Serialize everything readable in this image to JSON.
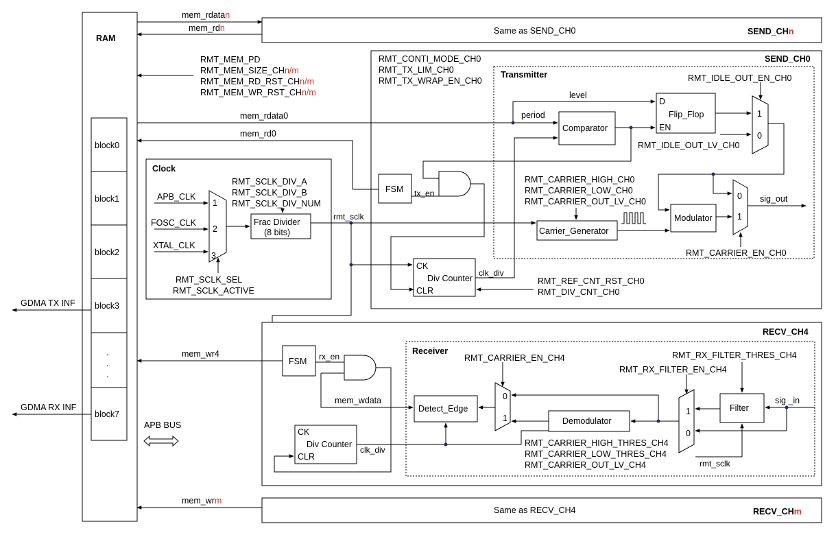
{
  "ram": {
    "title": "RAM",
    "blocks": [
      "block0",
      "block1",
      "block2",
      "block3",
      "block7"
    ]
  },
  "ram_dots": ".",
  "send_chn": {
    "title_base": "SEND_CH",
    "title_suffix": "n",
    "desc": "Same as SEND_CH0",
    "rdata_base": "mem_rdata",
    "rdata_suffix": "n",
    "rd_base": "mem_rd",
    "rd_suffix": "n"
  },
  "recv_chm": {
    "title_base": "RECV_CH",
    "title_suffix": "m",
    "desc": "Same as RECV_CH4",
    "wr_base": "mem_wr",
    "wr_suffix": "m"
  },
  "mem_regs": [
    {
      "base": "RMT_MEM_PD",
      "suffix": ""
    },
    {
      "base": "RMT_MEM_SIZE_CH",
      "suffix": "n/m"
    },
    {
      "base": "RMT_MEM_RD_RST_CH",
      "suffix": "n/m"
    },
    {
      "base": "RMT_MEM_WR_RST_CH",
      "suffix": "n/m"
    }
  ],
  "send_ch0": {
    "title": "SEND_CH0",
    "regs": [
      "RMT_CONTI_MODE_CH0",
      "RMT_TX_LIM_CH0",
      "RMT_TX_WRAP_EN_CH0"
    ],
    "transmitter": "Transmitter",
    "mem_rdata": "mem_rdata0",
    "mem_rd": "mem_rd0",
    "fsm": "FSM",
    "tx_en": "tx_en",
    "level": "level",
    "period": "period",
    "comparator": "Comparator",
    "flipflop": {
      "d": "D",
      "label": "Flip_Flop",
      "en": "EN"
    },
    "idle_out_en": "RMT_IDLE_OUT_EN_CH0",
    "idle_out_lv": "RMT_IDLE_OUT_LV_CH0",
    "mux1": [
      "1",
      "0"
    ],
    "carrier_regs": [
      "RMT_CARRIER_HIGH_CH0",
      "RMT_CARRIER_LOW_CH0",
      "RMT_CARRIER_OUT_LV_CH0"
    ],
    "carrier_gen": "Carrier_Generator",
    "modulator": "Modulator",
    "mux2": [
      "0",
      "1"
    ],
    "sig_out": "sig_out",
    "carrier_en": "RMT_CARRIER_EN_CH0",
    "div": {
      "ck": "CK",
      "label": "Div Counter",
      "clr": "CLR"
    },
    "clk_div": "clk_div",
    "div_regs": [
      "RMT_REF_CNT_RST_CH0",
      "RMT_DIV_CNT_CH0"
    ]
  },
  "clock": {
    "title": "Clock",
    "inputs": [
      "APB_CLK",
      "FOSC_CLK",
      "XTAL_CLK"
    ],
    "mux": [
      "1",
      "2",
      "3"
    ],
    "div_regs": [
      "RMT_SCLK_DIV_A",
      "RMT_SCLK_DIV_B",
      "RMT_SCLK_DIV_NUM"
    ],
    "frac": [
      "Frac Divider",
      "(8 bits)"
    ],
    "sel_regs": [
      "RMT_SCLK_SEL",
      "RMT_SCLK_ACTIVE"
    ],
    "rmt_sclk": "rmt_sclk"
  },
  "recv_ch4": {
    "title": "RECV_CH4",
    "receiver": "Receiver",
    "mem_wr": "mem_wr4",
    "fsm": "FSM",
    "rx_en": "rx_en",
    "mem_wdata": "mem_wdata",
    "detect_edge": "Detect_Edge",
    "carrier_en": "RMT_CARRIER_EN_CH4",
    "mux3": [
      "0",
      "1"
    ],
    "demodulator": "Demodulator",
    "filter_thres": "RMT_RX_FILTER_THRES_CH4",
    "filter_en": "RMT_RX_FILTER_EN_CH4",
    "mux4": [
      "1",
      "0"
    ],
    "filter": "Filter",
    "sig_in": "sig _in",
    "rmt_sclk": "rmt_sclk",
    "carrier_regs": [
      "RMT_CARRIER_HIGH_THRES_CH4",
      "RMT_CARRIER_LOW_THRES_CH4",
      "RMT_CARRIER_OUT_LV_CH4"
    ],
    "div": {
      "ck": "CK",
      "label": "Div Counter",
      "clr": "CLR"
    },
    "clk_div": "clk_div"
  },
  "gdma": {
    "tx": "GDMA TX INF",
    "rx": "GDMA RX INF"
  },
  "apb_bus": "APB BUS"
}
